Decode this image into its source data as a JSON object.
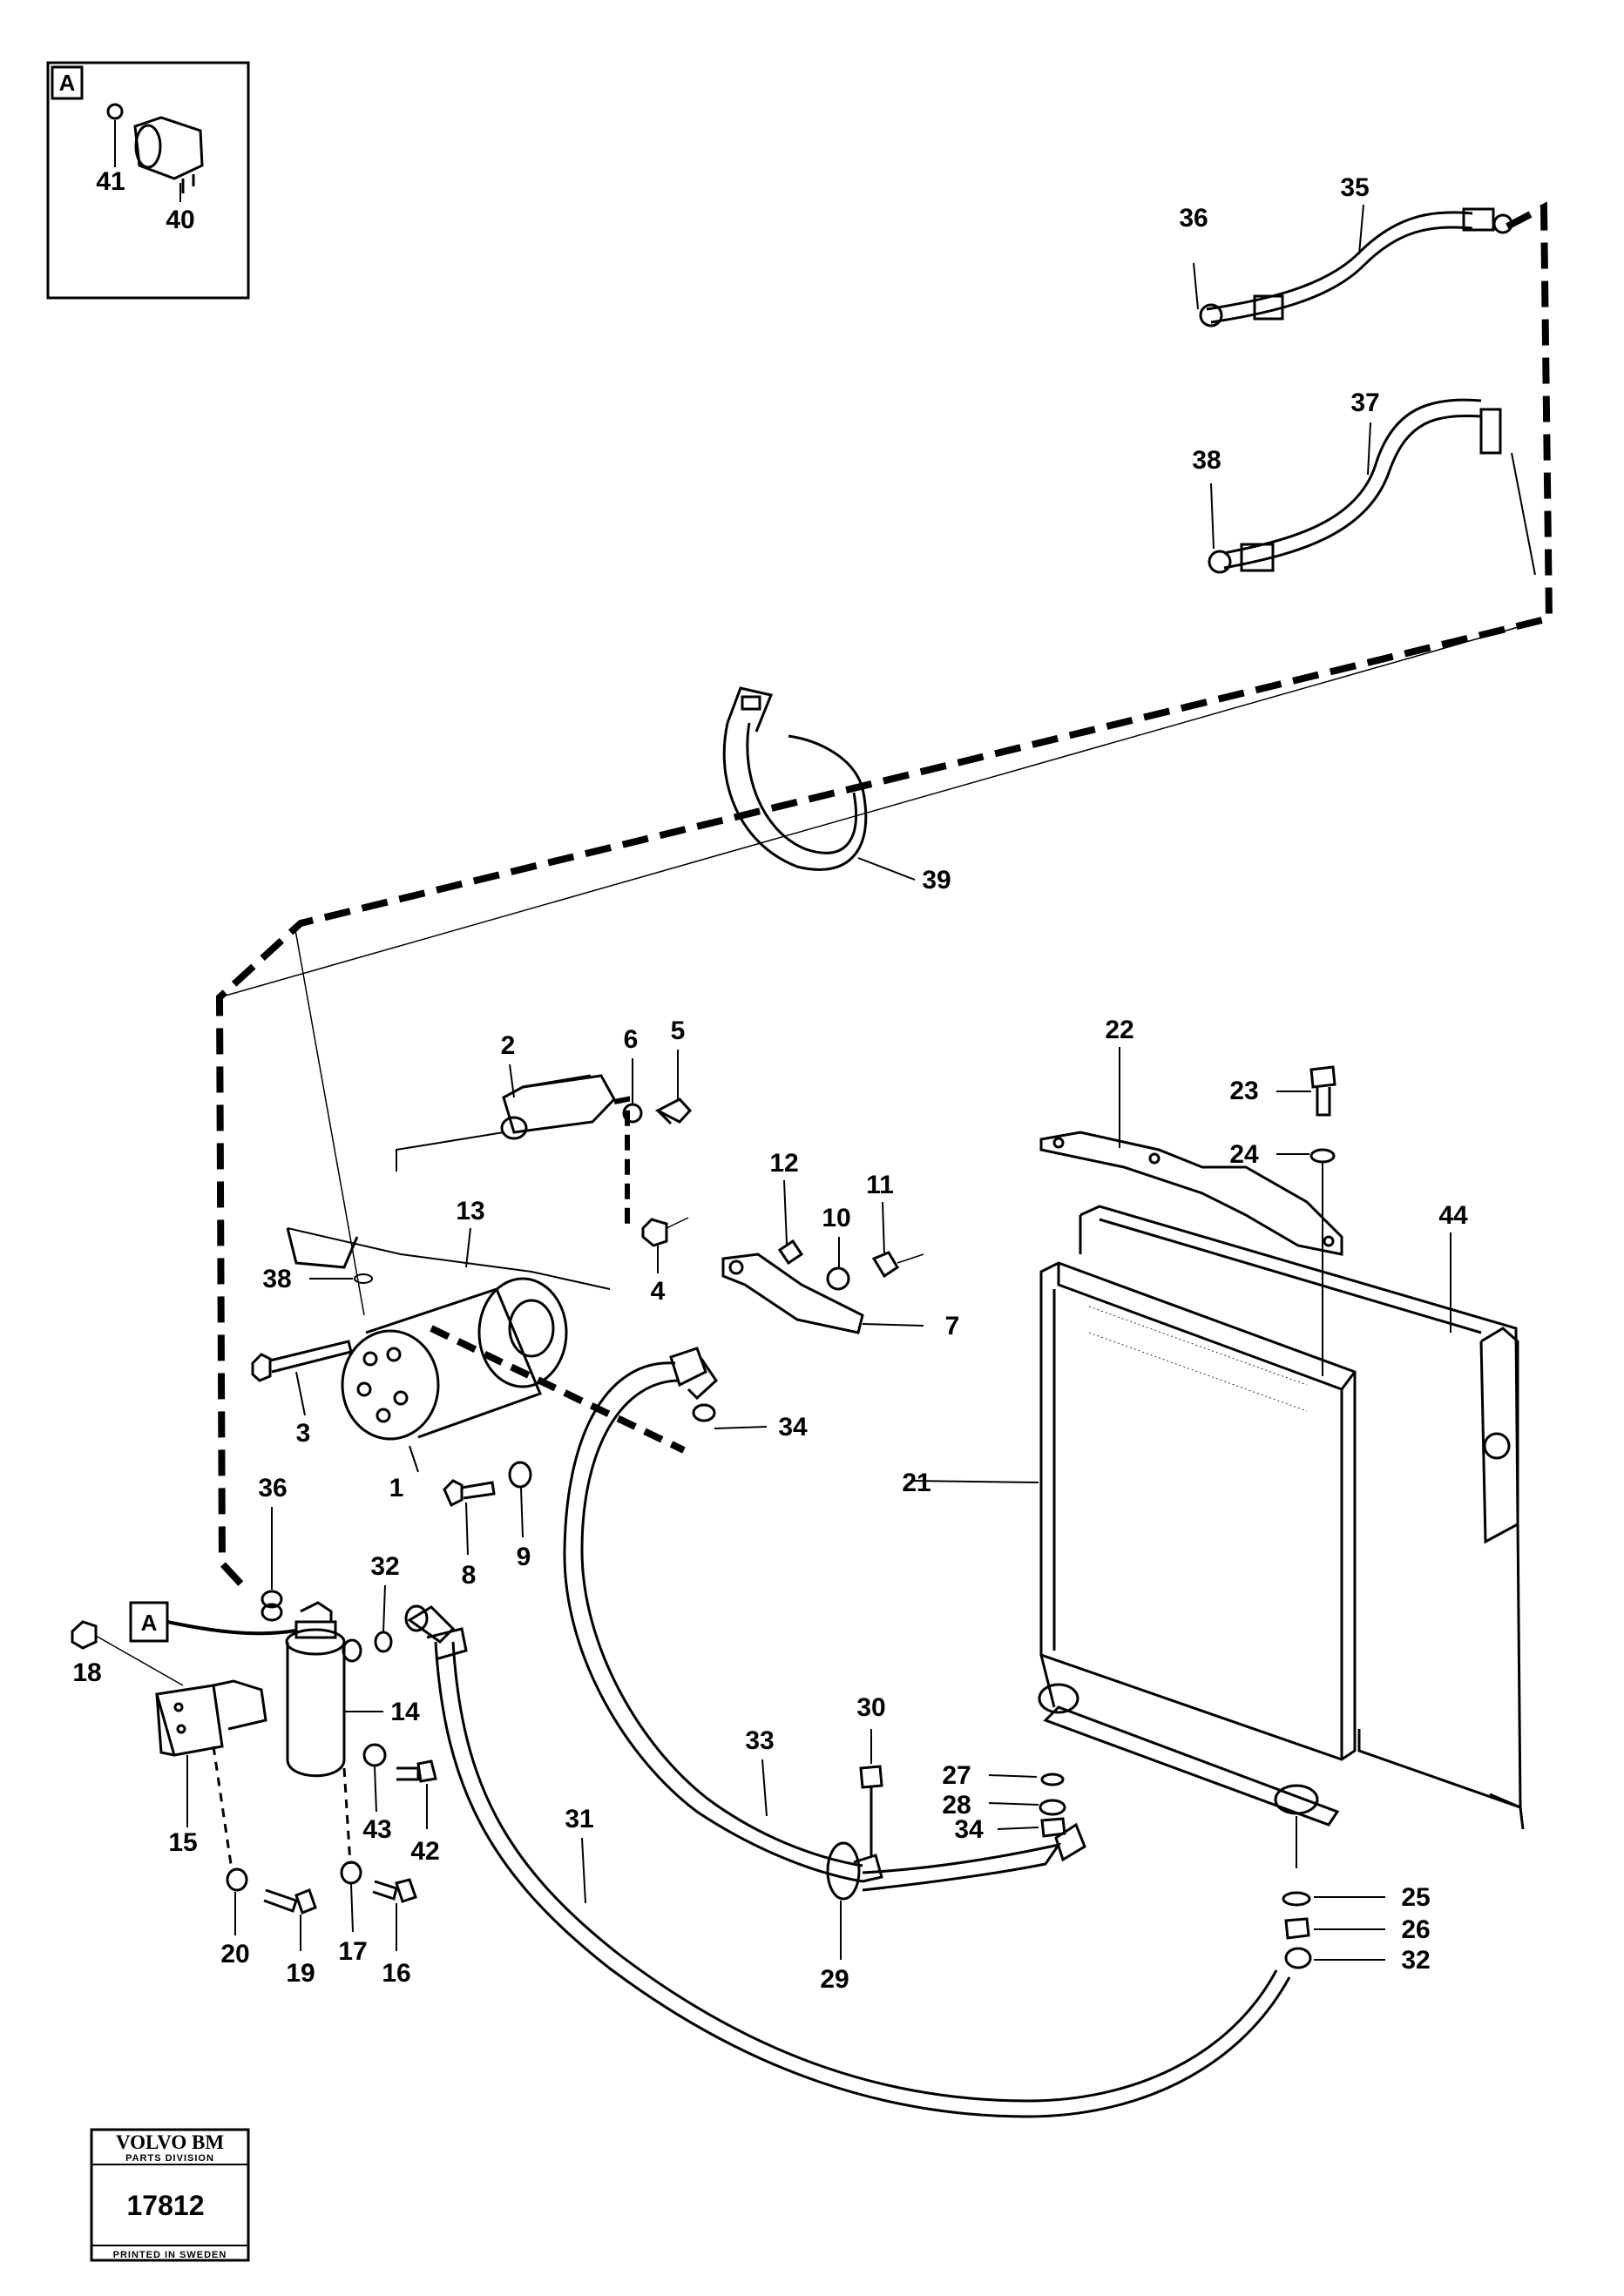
{
  "inset": {
    "tag": "A",
    "labels": [
      "41",
      "40"
    ]
  },
  "callout_a": "A",
  "labels": {
    "l1": "1",
    "l2": "2",
    "l3": "3",
    "l4": "4",
    "l5": "5",
    "l6": "6",
    "l7": "7",
    "l8": "8",
    "l9": "9",
    "l10": "10",
    "l11": "11",
    "l12": "12",
    "l13": "13",
    "l14": "14",
    "l15": "15",
    "l16": "16",
    "l17": "17",
    "l18": "18",
    "l19": "19",
    "l20": "20",
    "l21": "21",
    "l22": "22",
    "l23": "23",
    "l24": "24",
    "l25": "25",
    "l26": "26",
    "l27": "27",
    "l28": "28",
    "l29": "29",
    "l30": "30",
    "l31": "31",
    "l32a": "32",
    "l32b": "32",
    "l33": "33",
    "l34a": "34",
    "l34b": "34",
    "l35": "35",
    "l36a": "36",
    "l36b": "36",
    "l37": "37",
    "l38a": "38",
    "l38b": "38",
    "l39": "39",
    "l42": "42",
    "l43": "43",
    "l44": "44"
  },
  "stamp": {
    "brand": "VOLVO BM",
    "division": "PARTS DIVISION",
    "number": "17812",
    "printed": "PRINTED IN SWEDEN"
  },
  "colors": {
    "ink": "#000000",
    "paper": "#ffffff"
  }
}
